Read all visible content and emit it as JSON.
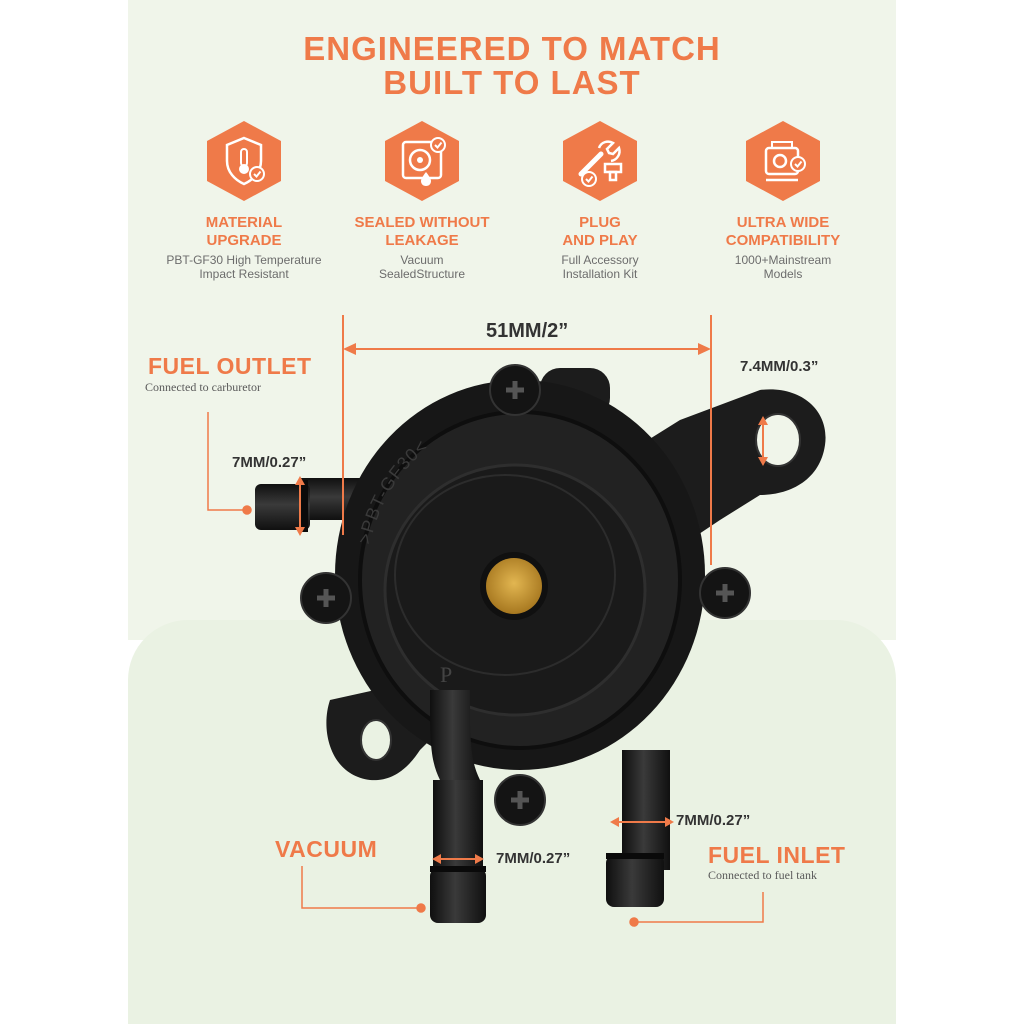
{
  "headline": {
    "line1": "ENGINEERED TO MATCH",
    "line2": "BUILT TO LAST"
  },
  "features": [
    {
      "icon": "thermometer-shield-icon",
      "title1": "MATERIAL",
      "title2": "UPGRADE",
      "desc1": "PBT-GF30 High Temperature",
      "desc2": "Impact Resistant"
    },
    {
      "icon": "seal-drop-icon",
      "title1": "SEALED WITHOUT",
      "title2": "LEAKAGE",
      "desc1": "Vacuum",
      "desc2": "SealedStructure"
    },
    {
      "icon": "wrench-fitting-icon",
      "title1": "PLUG",
      "title2": "AND PLAY",
      "desc1": "Full Accessory",
      "desc2": "Installation Kit"
    },
    {
      "icon": "engine-check-icon",
      "title1": "ULTRA WIDE",
      "title2": "COMPATIBILITY",
      "desc1": "1000+Mainstream",
      "desc2": "Models"
    }
  ],
  "labels": {
    "fuel_outlet": "FUEL OUTLET",
    "fuel_outlet_sub": "Connected to carburetor",
    "vacuum": "VACUUM",
    "fuel_inlet": "FUEL INLET",
    "fuel_inlet_sub": "Connected to fuel tank"
  },
  "dimensions": {
    "width": "51MM/2”",
    "mount_hole": "7.4MM/0.3”",
    "outlet": "7MM/0.27”",
    "vacuum": "7MM/0.27”",
    "inlet": "7MM/0.27”"
  },
  "product": {
    "housing_text": ">PBT-GF30<",
    "port_mark": "P"
  },
  "colors": {
    "accent": "#ef7a49",
    "background": "#f0f5ea",
    "body": "#1b1b1b",
    "filter": "#c9962e"
  }
}
